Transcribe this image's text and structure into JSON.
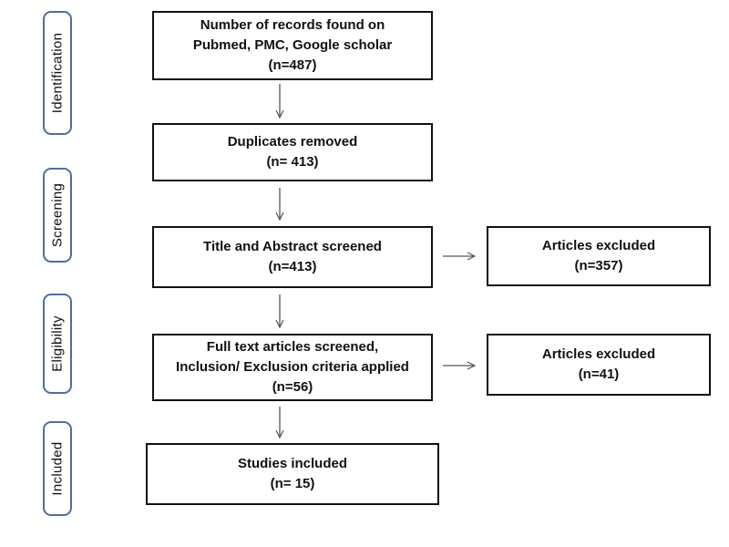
{
  "stages": [
    {
      "id": "identification",
      "label": "Identification"
    },
    {
      "id": "screening",
      "label": "Screening"
    },
    {
      "id": "eligibility",
      "label": "Eligibility"
    },
    {
      "id": "included",
      "label": "Included"
    }
  ],
  "boxes": {
    "records": {
      "lines": [
        "Number of records found on",
        "Pubmed, PMC, Google scholar",
        "(n=487)"
      ]
    },
    "duplicates": {
      "lines": [
        "Duplicates removed",
        "(n= 413)"
      ]
    },
    "title_abstract": {
      "lines": [
        "Title and Abstract screened",
        "(n=413)"
      ]
    },
    "excluded_1": {
      "lines": [
        "Articles excluded",
        "(n=357)"
      ]
    },
    "full_text": {
      "lines": [
        "Full text articles screened,",
        "Inclusion/ Exclusion criteria applied",
        "(n=56)"
      ]
    },
    "excluded_2": {
      "lines": [
        "Articles excluded",
        "(n=41)"
      ]
    },
    "studies": {
      "lines": [
        "Studies included",
        "(n= 15)"
      ]
    }
  },
  "colors": {
    "stage_border": "#4a6fa5",
    "box_border": "#111111",
    "arrow": "#555555"
  }
}
